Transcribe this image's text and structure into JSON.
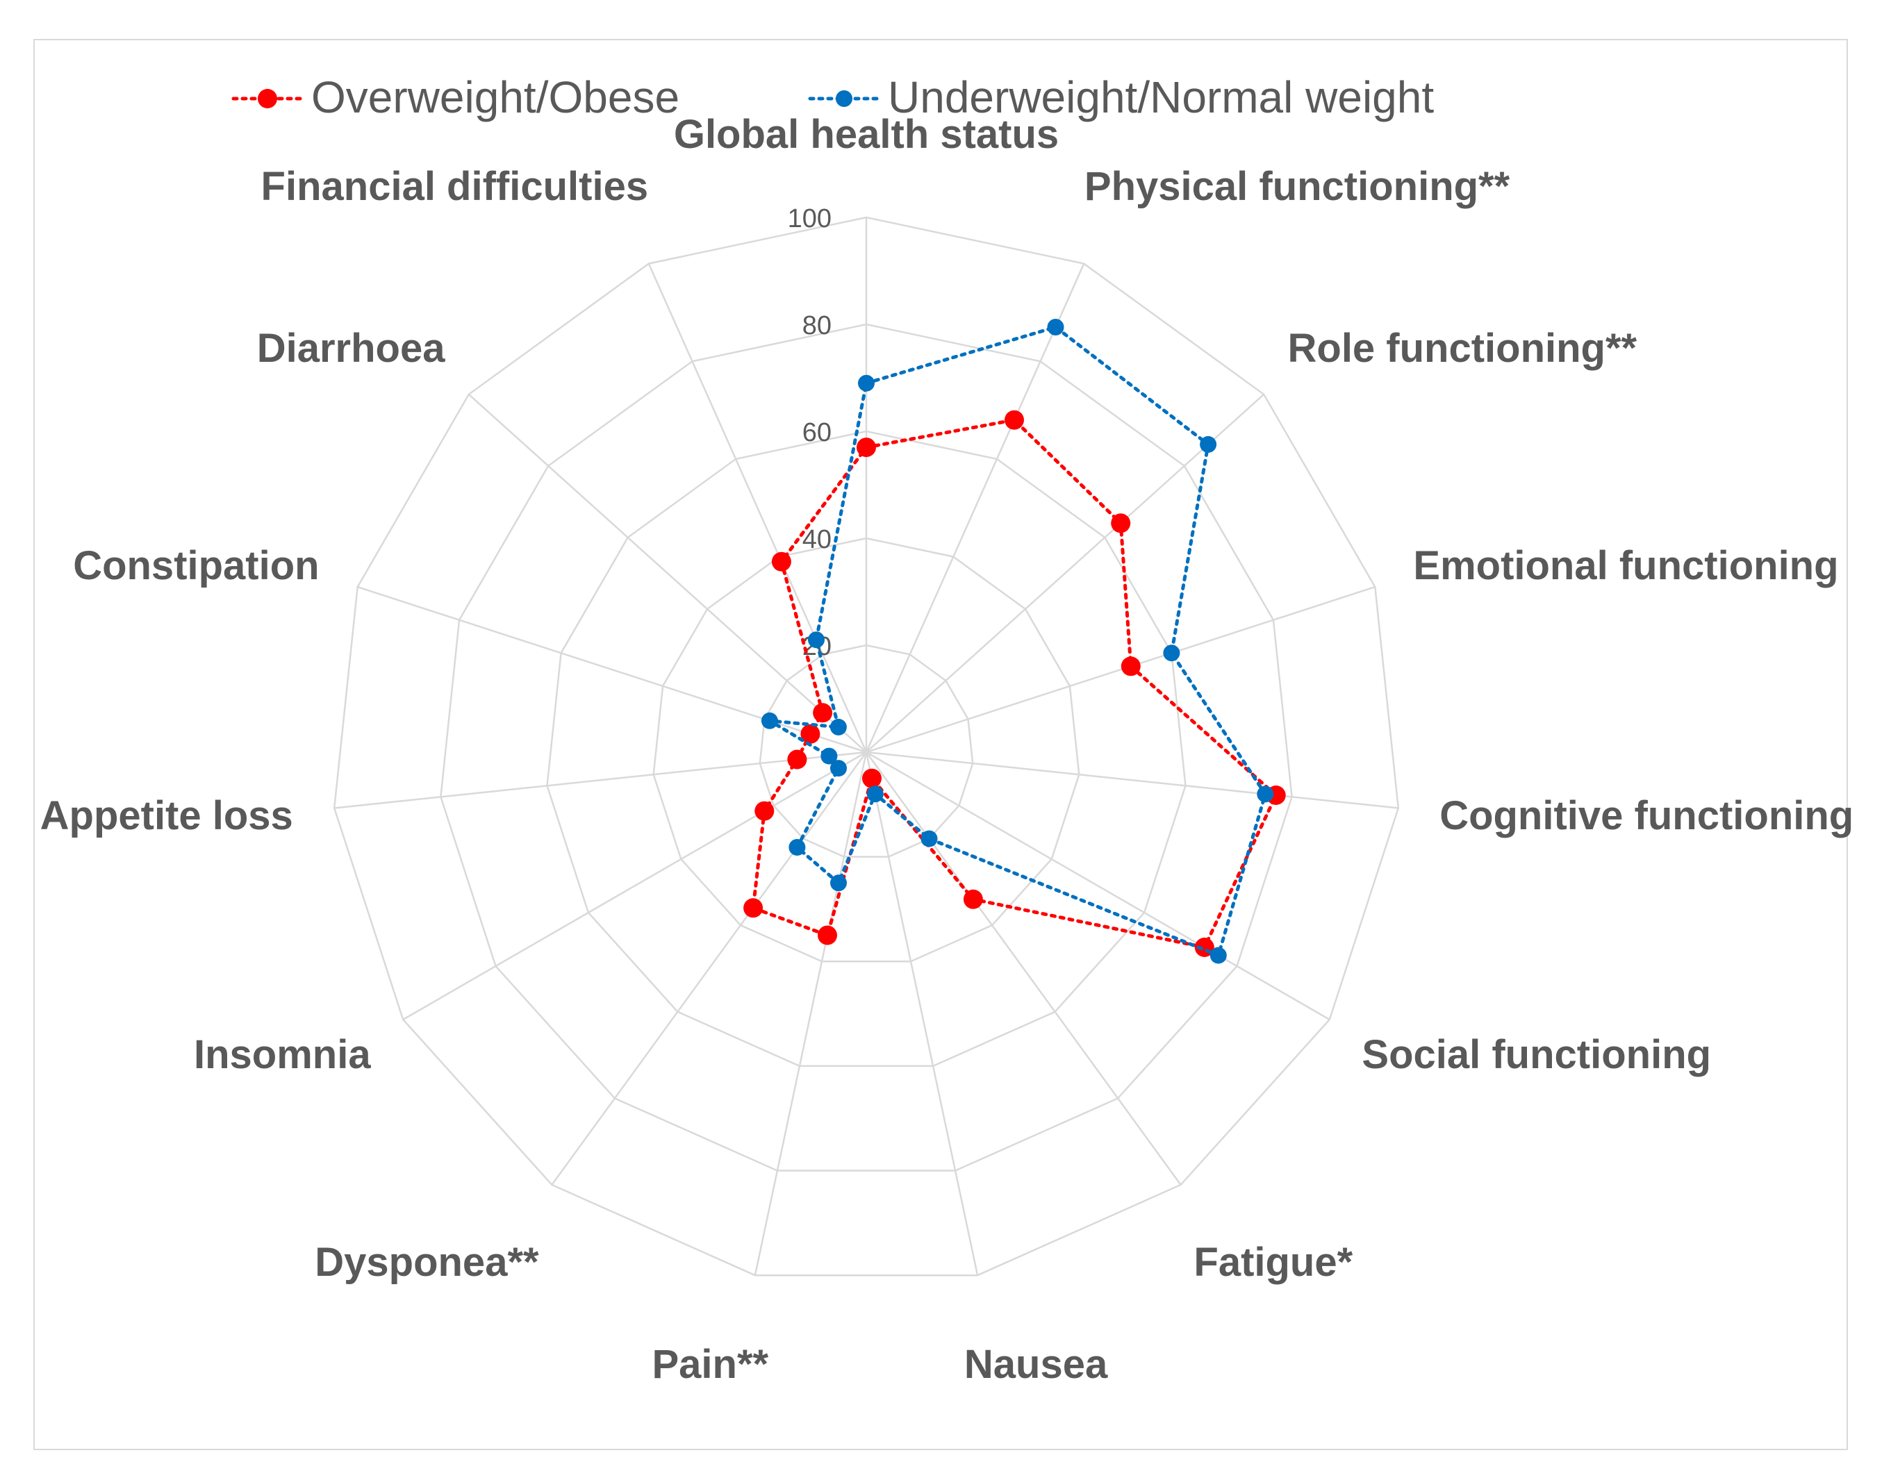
{
  "chart_data": {
    "type": "radar",
    "title": "",
    "axis_labels": [
      "Global health status",
      "Physical functioning**",
      "Role functioning**",
      "Emotional functioning",
      "Cognitive functioning",
      "Social functioning",
      "Fatigue*",
      "Nausea",
      "Pain**",
      "Dysponea**",
      "Insomnia",
      "Appetite loss",
      "Constipation",
      "Diarrhoea",
      "Financial difficulties"
    ],
    "radial_ticks": [
      "",
      "20",
      "40",
      "60",
      "80",
      "100"
    ],
    "tick_values": [
      0,
      20,
      40,
      60,
      80,
      100
    ],
    "r_range": [
      0,
      100
    ],
    "grid": true,
    "legend_position": "top",
    "series": [
      {
        "name": "Overweight/Obese",
        "color": "#ff0000",
        "values": [
          57,
          68,
          64,
          52,
          77,
          73,
          34,
          5,
          35,
          36,
          22,
          13,
          11,
          11,
          39
        ]
      },
      {
        "name": "Underweight/Normal weight",
        "color": "#0070c0",
        "values": [
          69,
          87,
          86,
          60,
          75,
          76,
          20,
          8,
          25,
          22,
          6,
          7,
          19,
          7,
          23
        ]
      }
    ]
  }
}
